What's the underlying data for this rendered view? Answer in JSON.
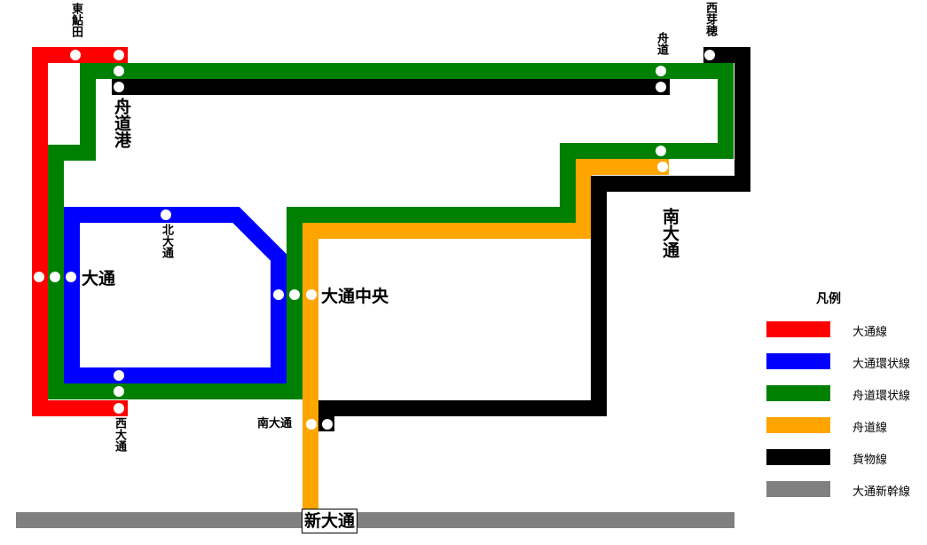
{
  "stations": {
    "higashi_ayuta": "東鮎田",
    "funado_port": "舟道港",
    "funado": "舟道",
    "nishi_meho": "西芽穂",
    "odori": "大通",
    "kita_odori": "北大通",
    "odori_chuo": "大通中央",
    "nishi_odori": "西大通",
    "minami_odori_big": "南大通",
    "minami_odori_small": "南大通",
    "shin_odori": "新大通"
  },
  "legend": {
    "title": "凡例",
    "items": [
      {
        "label": "大通線",
        "color": "#ff0000"
      },
      {
        "label": "大通環状線",
        "color": "#0000ff"
      },
      {
        "label": "舟道環状線",
        "color": "#008000"
      },
      {
        "label": "舟道線",
        "color": "#ffa500"
      },
      {
        "label": "貨物線",
        "color": "#000000"
      },
      {
        "label": "大通新幹線",
        "color": "#808080"
      }
    ]
  }
}
